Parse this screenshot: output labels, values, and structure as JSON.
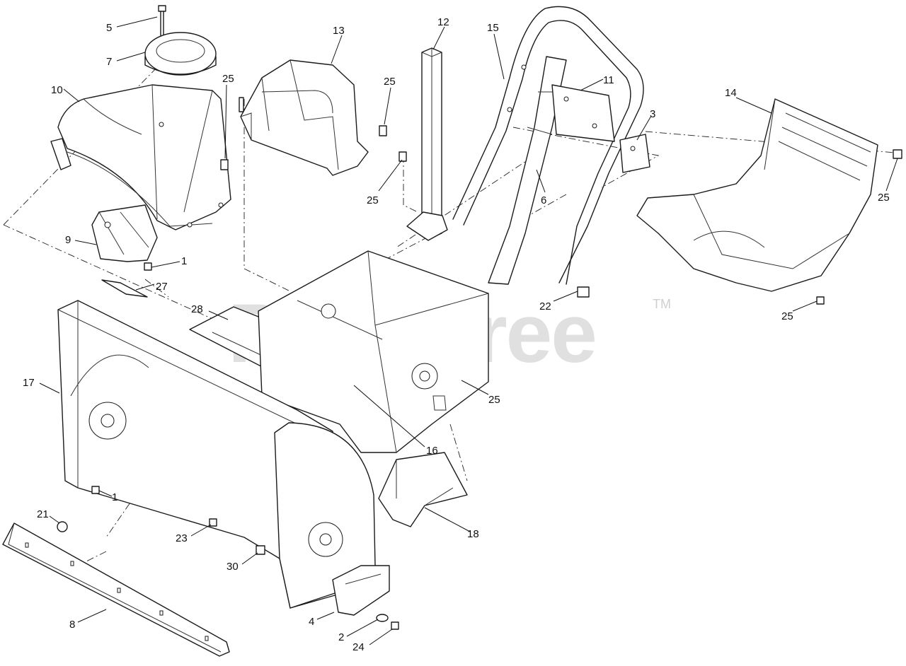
{
  "watermark": {
    "text": "PartsTree",
    "mark": "TM"
  },
  "callouts": [
    {
      "n": "1",
      "key": "c1a"
    },
    {
      "n": "1",
      "key": "c1b"
    },
    {
      "n": "2",
      "key": "c2"
    },
    {
      "n": "3",
      "key": "c3"
    },
    {
      "n": "4",
      "key": "c4"
    },
    {
      "n": "5",
      "key": "c5"
    },
    {
      "n": "6",
      "key": "c6"
    },
    {
      "n": "7",
      "key": "c7"
    },
    {
      "n": "8",
      "key": "c8"
    },
    {
      "n": "9",
      "key": "c9"
    },
    {
      "n": "10",
      "key": "c10"
    },
    {
      "n": "11",
      "key": "c11"
    },
    {
      "n": "12",
      "key": "c12"
    },
    {
      "n": "13",
      "key": "c13"
    },
    {
      "n": "14",
      "key": "c14"
    },
    {
      "n": "15",
      "key": "c15"
    },
    {
      "n": "16",
      "key": "c16"
    },
    {
      "n": "17",
      "key": "c17"
    },
    {
      "n": "18",
      "key": "c18"
    },
    {
      "n": "21",
      "key": "c21"
    },
    {
      "n": "22",
      "key": "c22"
    },
    {
      "n": "23",
      "key": "c23"
    },
    {
      "n": "24",
      "key": "c24"
    },
    {
      "n": "25",
      "key": "c25a"
    },
    {
      "n": "25",
      "key": "c25b"
    },
    {
      "n": "25",
      "key": "c25c"
    },
    {
      "n": "25",
      "key": "c25d"
    },
    {
      "n": "25",
      "key": "c25e"
    },
    {
      "n": "25",
      "key": "c25f"
    },
    {
      "n": "27",
      "key": "c27"
    },
    {
      "n": "28",
      "key": "c28"
    },
    {
      "n": "30",
      "key": "c30"
    }
  ],
  "icons": [
    "housing-shape",
    "chute-shape",
    "handle-shape",
    "cover-shape",
    "bolt-shape",
    "scraper-bar-shape"
  ]
}
